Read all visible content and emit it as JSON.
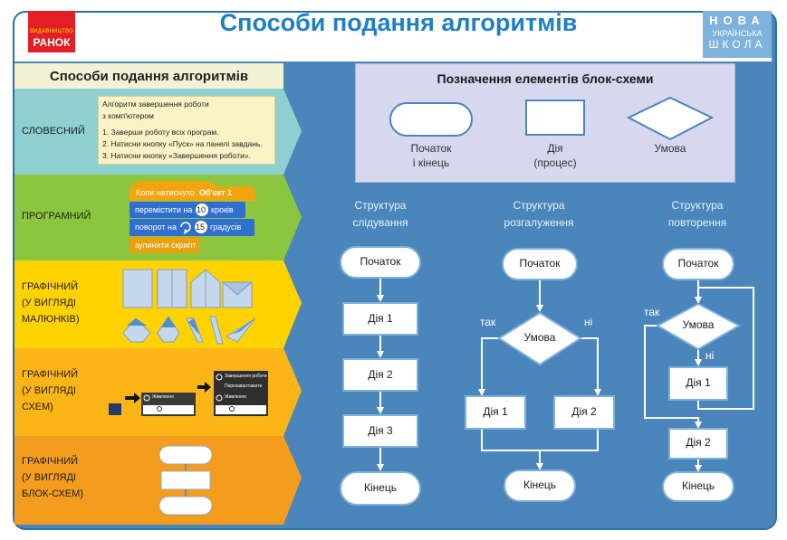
{
  "header": {
    "title": "Способи подання алгоритмів",
    "publisher_small": "ВИДАВНИЦТВО",
    "publisher_big": "РАНОК",
    "nus_line1": "НОВА",
    "nus_line2": "УКРАЇНСЬКА",
    "nus_line3": "ШКОЛА"
  },
  "left": {
    "heading": "Способи подання алгоритмів",
    "rows": [
      {
        "label": "СЛОВЕСНИЙ",
        "color": "#8ecfd0"
      },
      {
        "label": "ПРОГРАМНИЙ",
        "color": "#8cc63f"
      },
      {
        "label": "ГРАФІЧНИЙ\n(У ВИГЛЯДІ\nМАЛЮНКІВ)",
        "color": "#ffd200"
      },
      {
        "label": "ГРАФІЧНИЙ\n(У ВИГЛЯДІ\nСХЕМ)",
        "color": "#fbb516"
      },
      {
        "label": "ГРАФІЧНИЙ\n(У ВИГЛЯДІ\nБЛОК-СХЕМ)",
        "color": "#f39c1e"
      }
    ],
    "verbal_note": {
      "title1": "Алгоритм завершення роботи",
      "title2": "з комп'ютером",
      "step1": "1. Заверши роботу всіх програм.",
      "step2": "2. Натисни кнопку «Пуск» на панелі завдань.",
      "step3": "3. Натисни кнопку «Завершення роботи»."
    },
    "scratch": {
      "when_clicked": "Коли натиснуто",
      "object": "Об'єкт 1",
      "move_a": "перемістити на",
      "move_n": "10",
      "move_b": "кроків",
      "turn_a": "поворот на",
      "turn_n": "15",
      "turn_b": "градусів",
      "stop": "зупинити скрипт"
    },
    "schema_menu": {
      "item1": "Завершення роботи",
      "item2": "Перезавантажити",
      "item3": "Живлення",
      "item4": "Живлення"
    }
  },
  "legend": {
    "title": "Позначення елементів блок-схеми",
    "start_end1": "Початок",
    "start_end2": "і кінець",
    "action1": "Дія",
    "action2": "(процес)",
    "condition": "Умова"
  },
  "structures": {
    "sequence": {
      "title1": "Структура",
      "title2": "слідування",
      "start": "Початок",
      "a1": "Дія 1",
      "a2": "Дія 2",
      "a3": "Дія 3",
      "end": "Кінець"
    },
    "branch": {
      "title1": "Структура",
      "title2": "розгалуження",
      "start": "Початок",
      "cond": "Умова",
      "yes": "так",
      "no": "ні",
      "a1": "Дія 1",
      "a2": "Дія 2",
      "end": "Кінець"
    },
    "loop": {
      "title1": "Структура",
      "title2": "повторення",
      "start": "Початок",
      "cond": "Умова",
      "yes": "так",
      "no": "ні",
      "a1": "Дія 1",
      "a2": "Дія 2",
      "end": "Кінець"
    }
  }
}
